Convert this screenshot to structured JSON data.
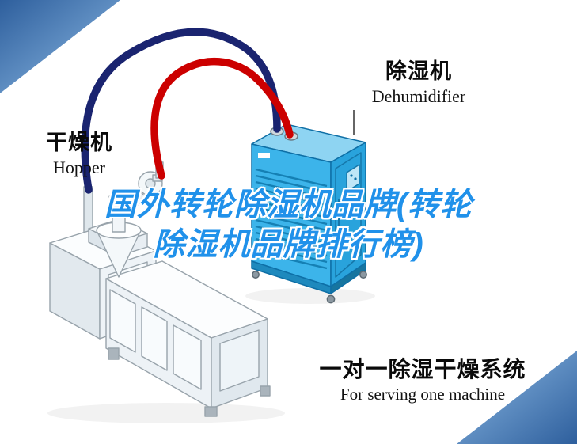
{
  "page": {
    "background": "#ffffff"
  },
  "labels": {
    "hopper": {
      "zh": "干燥机",
      "en": "Hopper"
    },
    "dehumidifier": {
      "zh": "除湿机",
      "en": "Dehumidifier"
    },
    "system": {
      "zh": "一对一除湿干燥系统",
      "en": "For serving one machine"
    }
  },
  "watermark": {
    "line1": "国外转轮除湿机品牌(转轮",
    "line2": "除湿机品牌排行榜)",
    "color": "#2091ea"
  },
  "colors": {
    "corner_dark": "#2e5f9d",
    "corner_light": "#8fbce6",
    "pipe_red": "#cc0000",
    "pipe_navy": "#1a2470",
    "dehumidifier_top": "#8ed4f2",
    "dehumidifier_front": "#3cb4ea",
    "dehumidifier_side": "#29a3dc",
    "dehumidifier_outline": "#0e6fa6",
    "machine_body": "#eef3f6",
    "machine_outline": "#98a3ab"
  },
  "illustration": {
    "parts": [
      "corner-triangle-top-left",
      "corner-triangle-bottom-right",
      "extruder-machine",
      "hopper-funnel",
      "navy-hose",
      "red-hose",
      "dehumidifier-unit"
    ]
  }
}
